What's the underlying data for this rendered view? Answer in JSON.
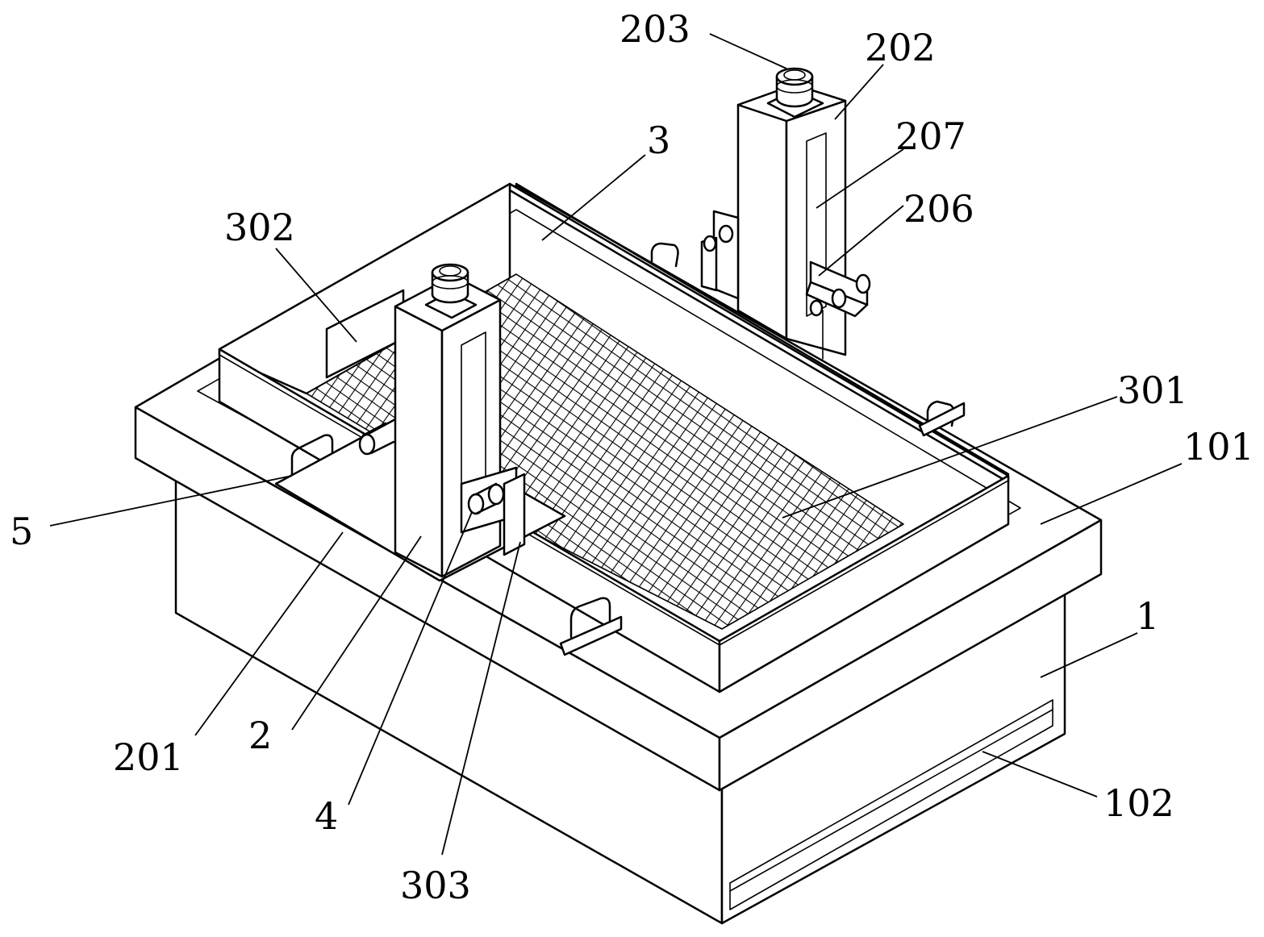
{
  "labels": {
    "l203": "203",
    "l202": "202",
    "l3": "3",
    "l207": "207",
    "l206": "206",
    "l302": "302",
    "l301": "301",
    "l101": "101",
    "l5": "5",
    "l1": "1",
    "l201": "201",
    "l2": "2",
    "l4": "4",
    "l303": "303",
    "l102": "102"
  },
  "colors": {
    "line": "#000000",
    "background": "#ffffff"
  }
}
